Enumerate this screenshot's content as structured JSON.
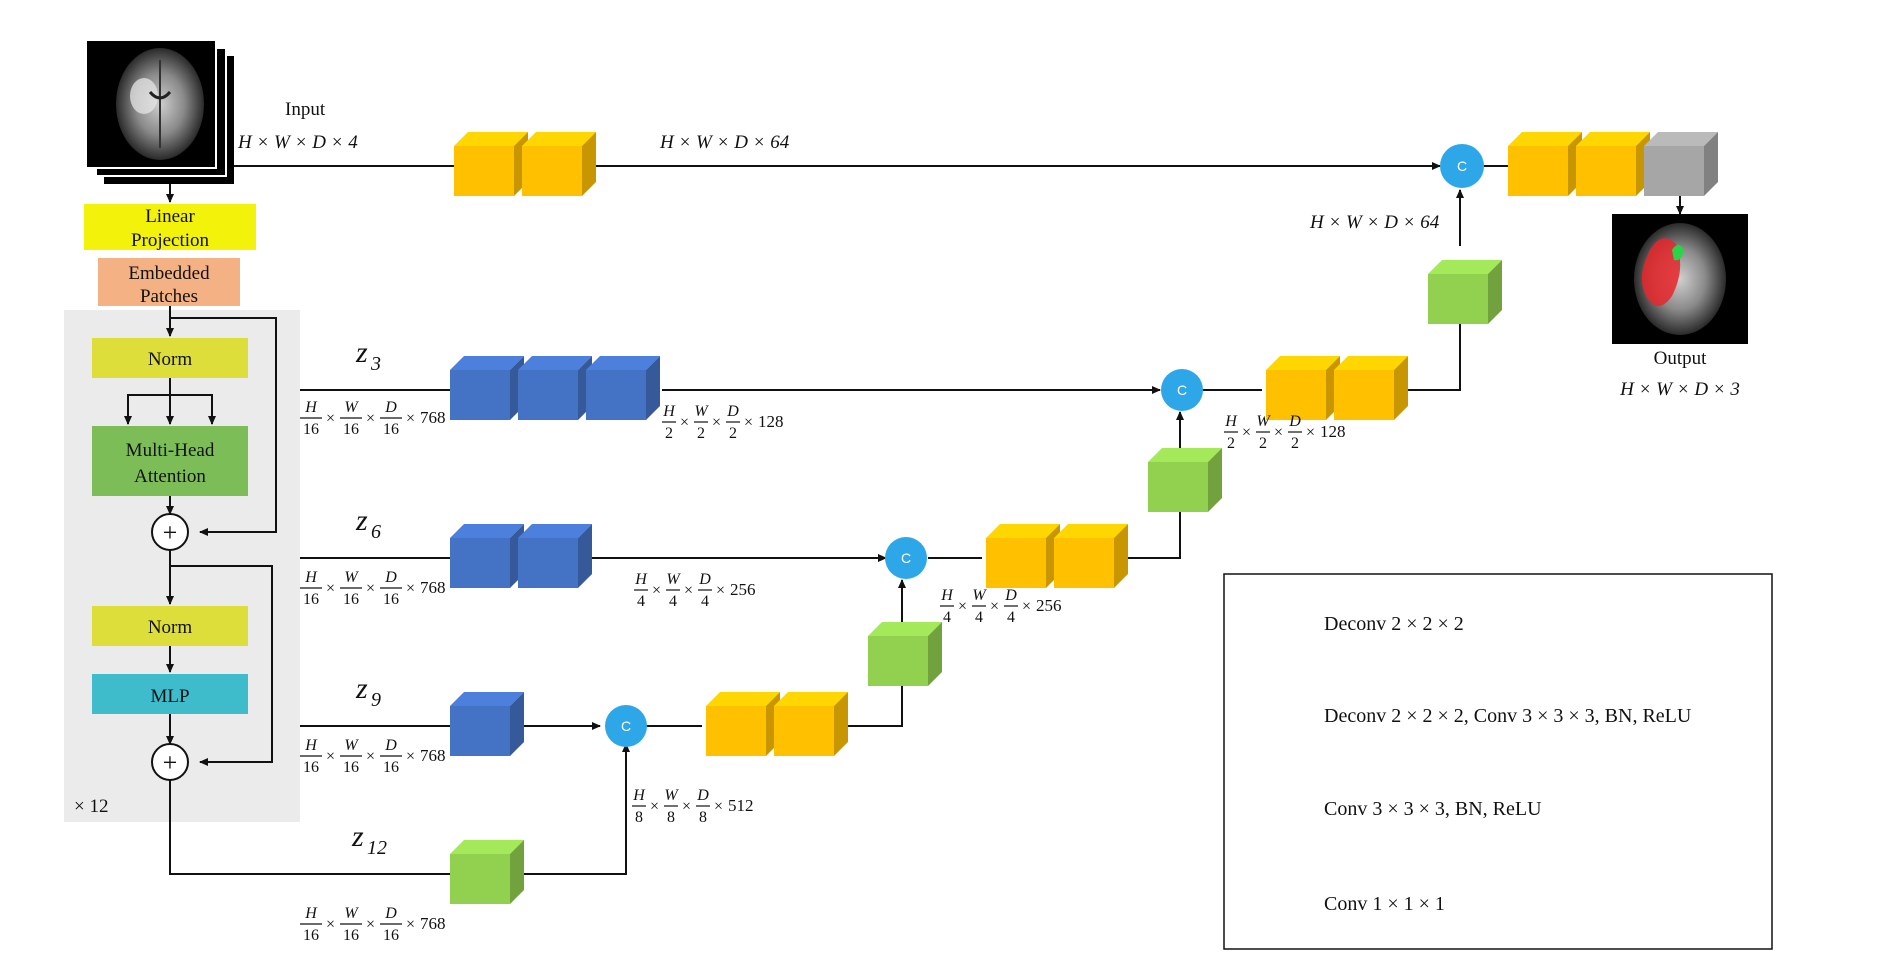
{
  "figure": {
    "input_label": "Input",
    "input_dim": "H × W × D × 4",
    "linear_projection": [
      "Linear",
      "Projection"
    ],
    "embedded_patches": [
      "Embedded",
      "Patches"
    ],
    "norm1": "Norm",
    "mha": [
      "Multi-Head",
      "Attention"
    ],
    "norm2": "Norm",
    "mlp": "MLP",
    "repeat": "× 12",
    "plus": "+",
    "concat": "C",
    "top_dim": "H × W × D × 64",
    "right_dim": "H × W × D × 64",
    "output_label": "Output",
    "output_dim": "H × W × D × 3",
    "z_labels": [
      {
        "z": "z",
        "sub": "3"
      },
      {
        "z": "z",
        "sub": "6"
      },
      {
        "z": "z",
        "sub": "9"
      },
      {
        "z": "z",
        "sub": "12"
      }
    ],
    "frac_labels": [
      {
        "id": "z3-in",
        "terms": [
          [
            "H",
            "16"
          ],
          [
            "W",
            "16"
          ],
          [
            "D",
            "16"
          ]
        ],
        "tail": "768"
      },
      {
        "id": "z3-out",
        "terms": [
          [
            "H",
            "2"
          ],
          [
            "W",
            "2"
          ],
          [
            "D",
            "2"
          ]
        ],
        "tail": "128"
      },
      {
        "id": "z6-in",
        "terms": [
          [
            "H",
            "16"
          ],
          [
            "W",
            "16"
          ],
          [
            "D",
            "16"
          ]
        ],
        "tail": "768"
      },
      {
        "id": "z6-out",
        "terms": [
          [
            "H",
            "4"
          ],
          [
            "W",
            "4"
          ],
          [
            "D",
            "4"
          ]
        ],
        "tail": "256"
      },
      {
        "id": "z9-in",
        "terms": [
          [
            "H",
            "16"
          ],
          [
            "W",
            "16"
          ],
          [
            "D",
            "16"
          ]
        ],
        "tail": "768"
      },
      {
        "id": "z12-in",
        "terms": [
          [
            "H",
            "16"
          ],
          [
            "W",
            "16"
          ],
          [
            "D",
            "16"
          ]
        ],
        "tail": "768"
      },
      {
        "id": "c9-out",
        "terms": [
          [
            "H",
            "8"
          ],
          [
            "W",
            "8"
          ],
          [
            "D",
            "8"
          ]
        ],
        "tail": "512"
      },
      {
        "id": "c6-out",
        "terms": [
          [
            "H",
            "4"
          ],
          [
            "W",
            "4"
          ],
          [
            "D",
            "4"
          ]
        ],
        "tail": "256"
      },
      {
        "id": "c3-out",
        "terms": [
          [
            "H",
            "2"
          ],
          [
            "W",
            "2"
          ],
          [
            "D",
            "2"
          ]
        ],
        "tail": "128"
      }
    ]
  },
  "legend": {
    "items": [
      {
        "color": "green",
        "label": "Deconv 2 × 2 × 2"
      },
      {
        "color": "blue",
        "label": "Deconv 2 × 2 × 2,  Conv 3 × 3 × 3, BN, ReLU"
      },
      {
        "color": "yellow",
        "label": "Conv 3 × 3 × 3, BN, ReLU"
      },
      {
        "color": "gray",
        "label": "Conv 1 × 1 × 1"
      }
    ]
  },
  "colors": {
    "yellow": "#ffc000",
    "blue": "#4472c4",
    "green": "#92d050",
    "gray": "#a6a6a6",
    "concat": "#2ea7e8",
    "linear_projection": "#f2f20a",
    "embedded_patches": "#f4b183",
    "norm": "#dede3a",
    "mha": "#7dbd57",
    "mlp": "#3fbccb",
    "transformer_panel": "#ebebeb"
  }
}
